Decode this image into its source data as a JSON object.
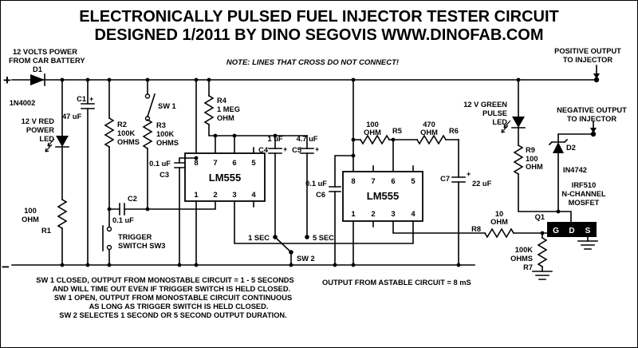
{
  "title": {
    "line1": "ELECTRONICALLY PULSED FUEL INJECTOR TESTER CIRCUIT",
    "line2": "DESIGNED 1/2011 BY DINO SEGOVIS WWW.DINOFAB.COM"
  },
  "note": "NOTE: LINES THAT CROSS DO NOT CONNECT!",
  "polarity_plus": "+",
  "terminals": {
    "battery_plus": "+",
    "battery_minus": "−",
    "battery_label": [
      "12 VOLTS POWER",
      "FROM CAR BATTERY"
    ],
    "positive_output": [
      "POSITIVE OUTPUT",
      "TO INJECTOR"
    ],
    "negative_output": [
      "NEGATIVE OUTPUT",
      "TO INJECTOR"
    ]
  },
  "components": {
    "d1": {
      "ref": "D1",
      "value": "1N4002"
    },
    "c1": {
      "ref": "C1",
      "value": "47 uF"
    },
    "led_red": {
      "lines": [
        "12 V RED",
        "POWER",
        "LED"
      ]
    },
    "r1": {
      "ref": "R1",
      "lines": [
        "100",
        "OHM"
      ]
    },
    "r2": {
      "ref": "R2",
      "lines": [
        "100K",
        "OHMS"
      ]
    },
    "sw1": {
      "ref": "SW 1"
    },
    "r3": {
      "ref": "R3",
      "lines": [
        "100K",
        "OHMS"
      ]
    },
    "r4": {
      "ref": "R4",
      "lines": [
        "1 MEG",
        "OHM"
      ]
    },
    "ic1": {
      "label": "LM555",
      "pins_top": [
        "8",
        "7",
        "6",
        "5"
      ],
      "pins_bottom": [
        "1",
        "2",
        "3",
        "4"
      ]
    },
    "c2": {
      "ref": "C2",
      "value": "0.1 uF"
    },
    "c3": {
      "ref": "C3",
      "value": "0.1 uF"
    },
    "c4": {
      "ref": "C4",
      "value": "1 uF"
    },
    "c5": {
      "ref": "C5",
      "value": "4.7 uF"
    },
    "sw2": {
      "ref": "SW 2",
      "pos1": "1 SEC",
      "pos2": "5 SEC"
    },
    "sw3": {
      "lines": [
        "TRIGGER",
        "SWITCH SW3"
      ]
    },
    "ic2": {
      "label": "LM555",
      "pins_top": [
        "8",
        "7",
        "6",
        "5"
      ],
      "pins_bottom": [
        "1",
        "2",
        "3",
        "4"
      ]
    },
    "c6": {
      "ref": "C6",
      "value": "0.1 uF"
    },
    "r5": {
      "ref": "R5",
      "lines": [
        "100",
        "OHM"
      ]
    },
    "r6": {
      "ref": "R6",
      "lines": [
        "470",
        "OHM"
      ]
    },
    "c7": {
      "ref": "C7",
      "value": "22 uF"
    },
    "led_green": {
      "lines": [
        "12 V GREEN",
        "PULSE",
        "LED"
      ]
    },
    "r9": {
      "ref": "R9",
      "lines": [
        "100",
        "OHM"
      ]
    },
    "d2": {
      "ref": "D2",
      "value": "IN4742"
    },
    "q1": {
      "ref": "Q1",
      "lines": [
        "IRF510",
        "N-CHANNEL",
        "MOSFET"
      ],
      "pins": [
        "G",
        "D",
        "S"
      ]
    },
    "r8": {
      "ref": "R8",
      "lines": [
        "10",
        "OHM"
      ]
    },
    "r7": {
      "ref": "R7",
      "lines": [
        "100K",
        "OHMS"
      ]
    }
  },
  "annotations": {
    "monostable_notes": [
      "SW 1 CLOSED, OUTPUT FROM MONOSTABLE CIRCUIT = 1 - 5 SECONDS",
      "AND WILL TIME OUT EVEN IF TRIGGER SWITCH IS HELD CLOSED.",
      "SW 1 OPEN, OUTPUT FROM MONOSTABLE CIRCUIT CONTINUOUS",
      "AS LONG AS TRIGGER SWITCH IS HELD CLOSED.",
      "SW 2 SELECTES 1 SECOND OR 5 SECOND OUTPUT DURATION."
    ],
    "astable_note": "OUTPUT FROM ASTABLE CIRCUIT = 8 mS"
  }
}
